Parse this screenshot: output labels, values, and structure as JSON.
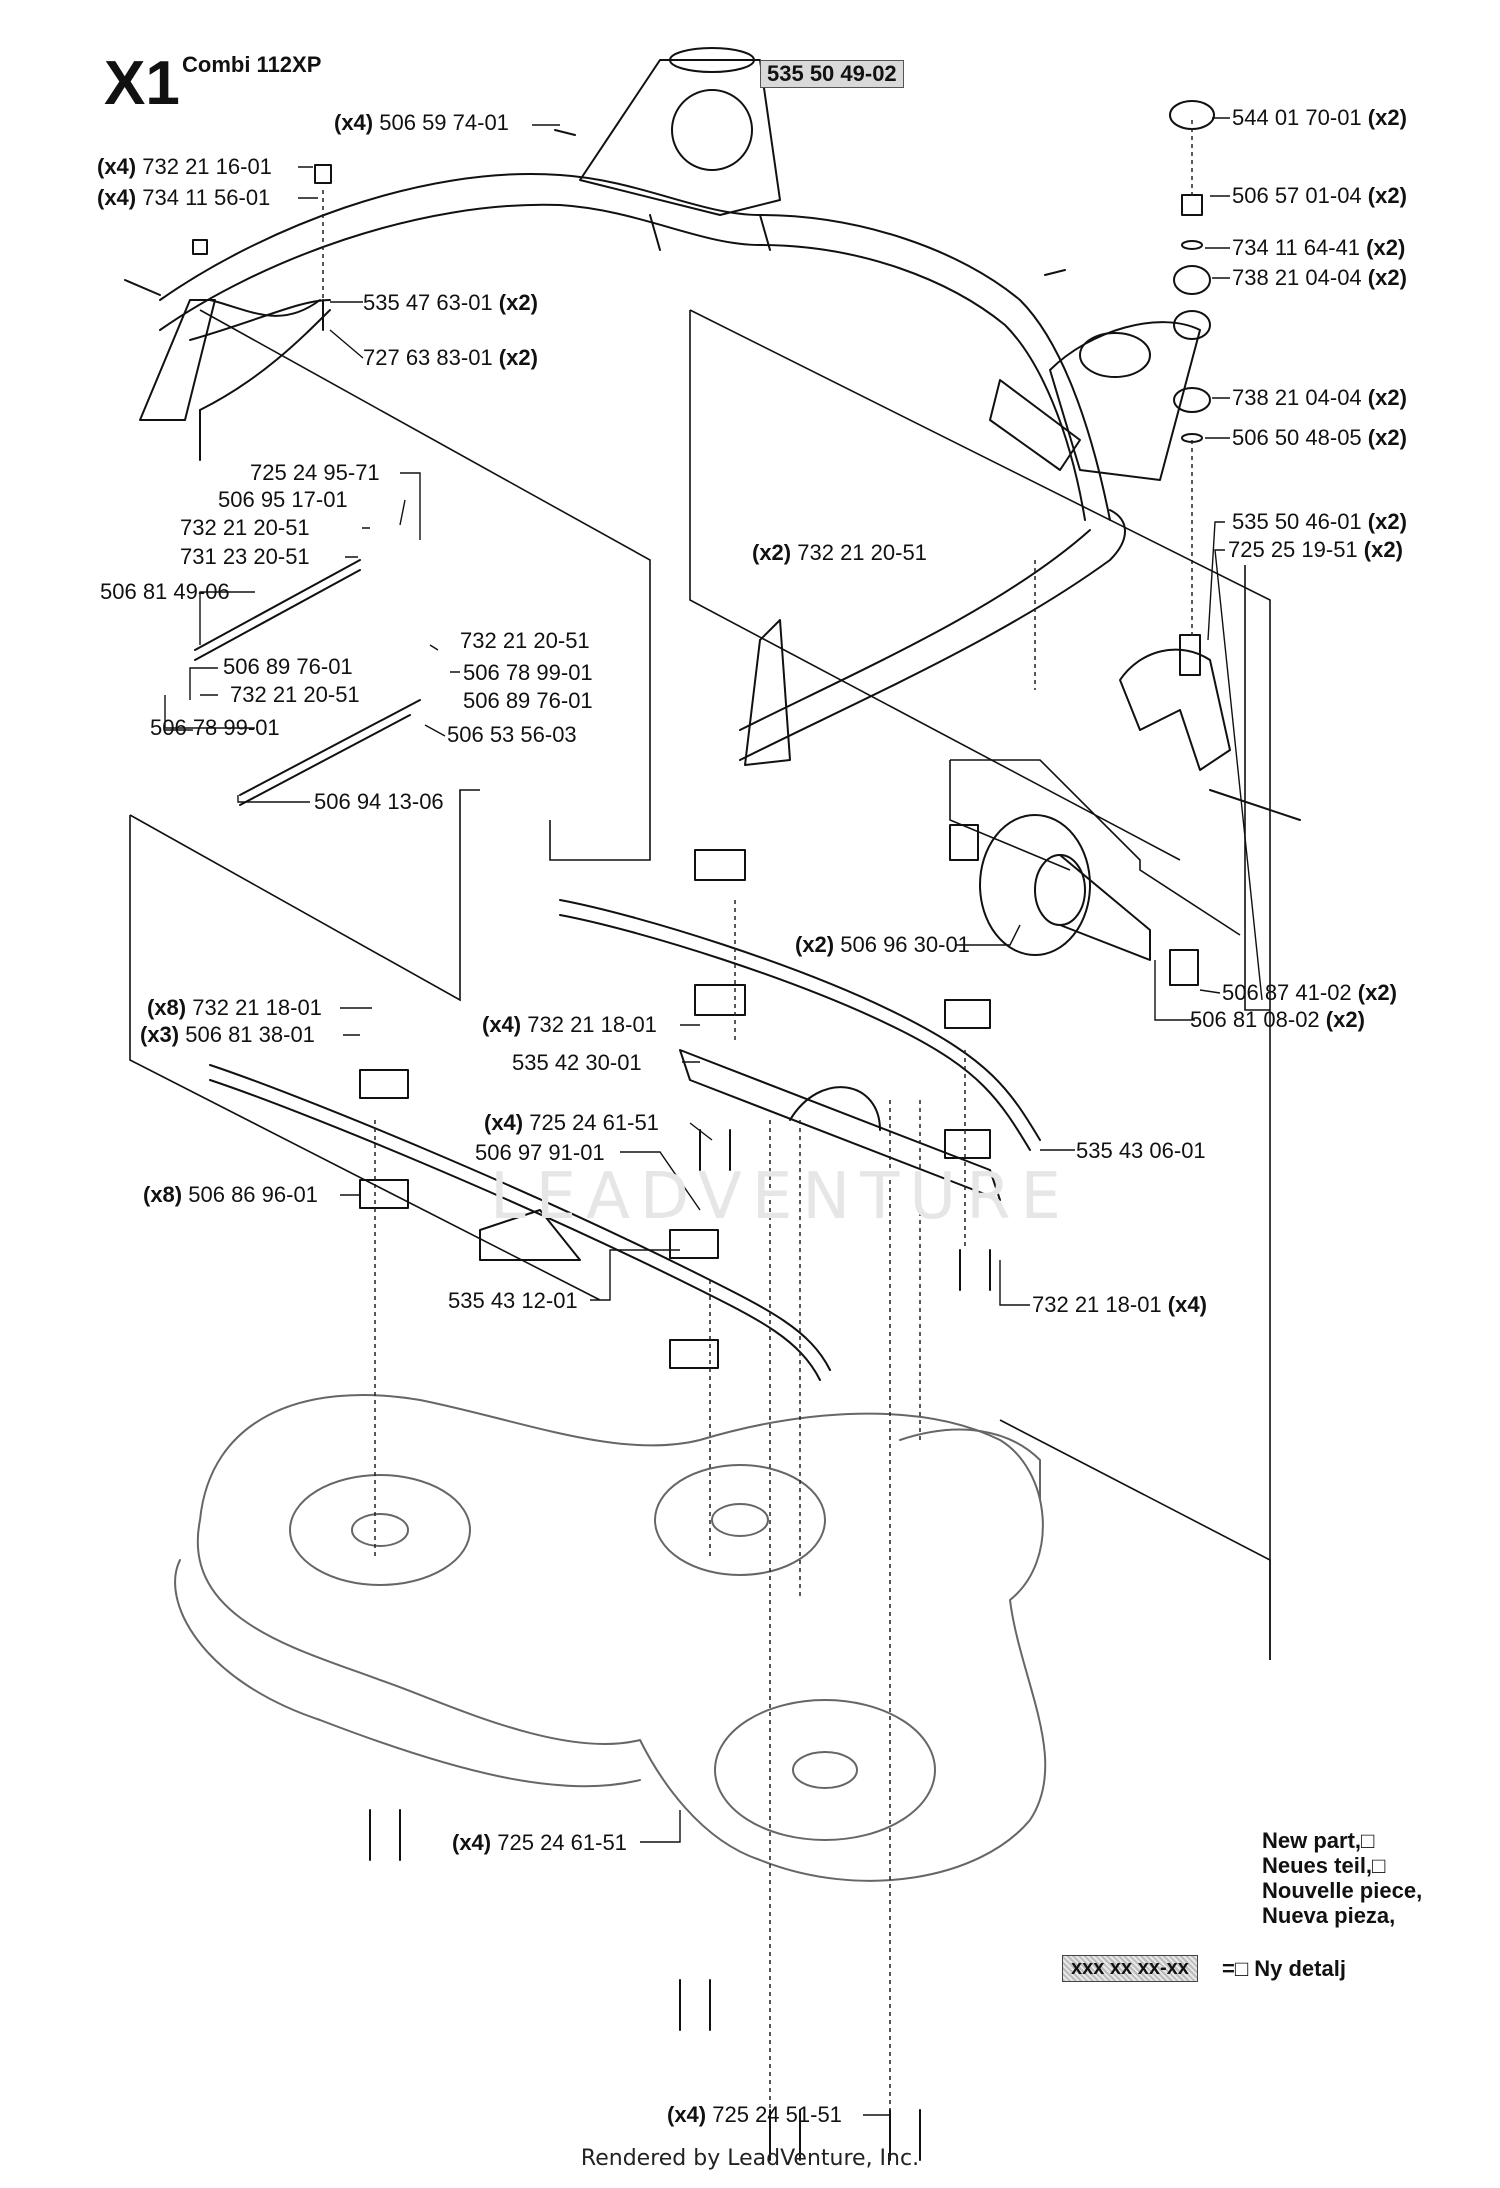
{
  "header": {
    "code": "X1",
    "model": "Combi 112XP"
  },
  "watermark": "LEADVENTURE",
  "parts": [
    {
      "id": "p01",
      "number": "535 50 49-02",
      "qty": "",
      "highlight": true
    },
    {
      "id": "p02",
      "number": "506 59 74-01",
      "qty": "(x4)"
    },
    {
      "id": "p03",
      "number": "732 21 16-01",
      "qty": "(x4)"
    },
    {
      "id": "p04",
      "number": "734 11 56-01",
      "qty": "(x4)"
    },
    {
      "id": "p05",
      "number": "535 47 63-01",
      "qty": "(x2)"
    },
    {
      "id": "p06",
      "number": "727 63 83-01",
      "qty": "(x2)"
    },
    {
      "id": "p07",
      "number": "544 01 70-01",
      "qty": "(x2)"
    },
    {
      "id": "p08",
      "number": "506 57 01-04",
      "qty": "(x2)"
    },
    {
      "id": "p09",
      "number": "734 11 64-41",
      "qty": "(x2)"
    },
    {
      "id": "p10",
      "number": "738 21 04-04",
      "qty": "(x2)"
    },
    {
      "id": "p11",
      "number": "738 21 04-04",
      "qty": "(x2)"
    },
    {
      "id": "p12",
      "number": "506 50 48-05",
      "qty": "(x2)"
    },
    {
      "id": "p13",
      "number": "535 50 46-01",
      "qty": "(x2)"
    },
    {
      "id": "p14",
      "number": "725 25 19-51",
      "qty": "(x2)"
    },
    {
      "id": "p15",
      "number": "725 24 95-71",
      "qty": ""
    },
    {
      "id": "p16",
      "number": "506 95 17-01",
      "qty": ""
    },
    {
      "id": "p17",
      "number": "732 21 20-51",
      "qty": ""
    },
    {
      "id": "p18",
      "number": "731 23 20-51",
      "qty": ""
    },
    {
      "id": "p19",
      "number": "506 81 49-06",
      "qty": ""
    },
    {
      "id": "p20",
      "number": "732 21 20-51",
      "qty": "(x2)"
    },
    {
      "id": "p21",
      "number": "506 89 76-01",
      "qty": ""
    },
    {
      "id": "p22",
      "number": "732 21 20-51",
      "qty": ""
    },
    {
      "id": "p23",
      "number": "506 78 99-01",
      "qty": ""
    },
    {
      "id": "p24",
      "number": "732 21 20-51",
      "qty": ""
    },
    {
      "id": "p25",
      "number": "506 89 76-01",
      "qty": ""
    },
    {
      "id": "p26",
      "number": "506 78 99-01",
      "qty": ""
    },
    {
      "id": "p27",
      "number": "506 53 56-03",
      "qty": ""
    },
    {
      "id": "p28",
      "number": "506 94 13-06",
      "qty": ""
    },
    {
      "id": "p29",
      "number": "506 96 30-01",
      "qty": "(x2)"
    },
    {
      "id": "p30",
      "number": "506 87 41-02",
      "qty": "(x2)"
    },
    {
      "id": "p31",
      "number": "506 81 08-02",
      "qty": "(x2)"
    },
    {
      "id": "p32",
      "number": "732 21 18-01",
      "qty": "(x8)"
    },
    {
      "id": "p33",
      "number": "506 81 38-01",
      "qty": "(x3)"
    },
    {
      "id": "p34",
      "number": "732 21 18-01",
      "qty": "(x4)"
    },
    {
      "id": "p35",
      "number": "535 42 30-01",
      "qty": ""
    },
    {
      "id": "p36",
      "number": "725 24 61-51",
      "qty": "(x4)"
    },
    {
      "id": "p37",
      "number": "506 97 91-01",
      "qty": ""
    },
    {
      "id": "p38",
      "number": "535 43 06-01",
      "qty": ""
    },
    {
      "id": "p39",
      "number": "506 86 96-01",
      "qty": "(x8)"
    },
    {
      "id": "p40",
      "number": "535 43 12-01",
      "qty": ""
    },
    {
      "id": "p41",
      "number": "732 21 18-01",
      "qty": "(x4)"
    },
    {
      "id": "p42",
      "number": "725 24 61-51",
      "qty": "(x4)"
    },
    {
      "id": "p43",
      "number": "725 24 51-51",
      "qty": "(x4)"
    }
  ],
  "legend": {
    "lines": [
      "New part,□",
      "Neues teil,□",
      "Nouvelle piece,",
      "Nueva pieza,"
    ],
    "code": "xxx xx xx-xx",
    "equals": "=□ Ny detalj"
  },
  "footer": "Rendered by LeadVenture, Inc."
}
